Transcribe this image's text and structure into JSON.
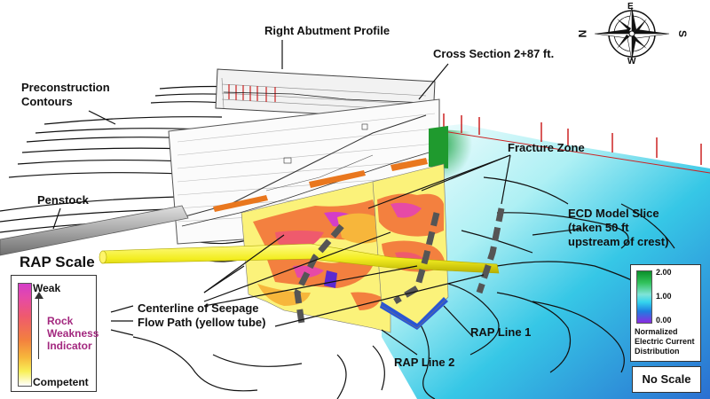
{
  "labels": {
    "right_abutment_profile": "Right Abutment Profile",
    "cross_section": "Cross Section 2+87 ft.",
    "preconstruction_contours": "Preconstruction\nContours",
    "penstock": "Penstock",
    "fracture_zone": "Fracture Zone",
    "ecd_model_slice": "ECD Model Slice\n(taken 50 ft\nupstream of crest)",
    "rap_scale": "RAP Scale",
    "centerline": "Centerline of Seepage\nFlow Path (yellow tube)",
    "rap_line_1": "RAP Line 1",
    "rap_line_2": "RAP Line 2",
    "no_scale": "No Scale"
  },
  "rap_legend": {
    "top": "Weak",
    "bottom": "Competent",
    "indicator": "Rock\nWeakness\nIndicator"
  },
  "ecd_legend": {
    "ticks": [
      "2.00",
      "1.00",
      "0.00"
    ],
    "caption": "Normalized\nElectric Current\nDistribution"
  },
  "compass": {
    "letters": [
      "N",
      "S",
      "E",
      "W"
    ]
  },
  "colors": {
    "seepage_tube": "#f3ee22",
    "fracture_zone": "#555555",
    "rap_weak": "#d43dc8",
    "rap_competent": "#f8ef57",
    "ecd_high": "#0b8f2a",
    "ecd_low": "#8a2be2",
    "ground_surface": "#36c7e6"
  }
}
